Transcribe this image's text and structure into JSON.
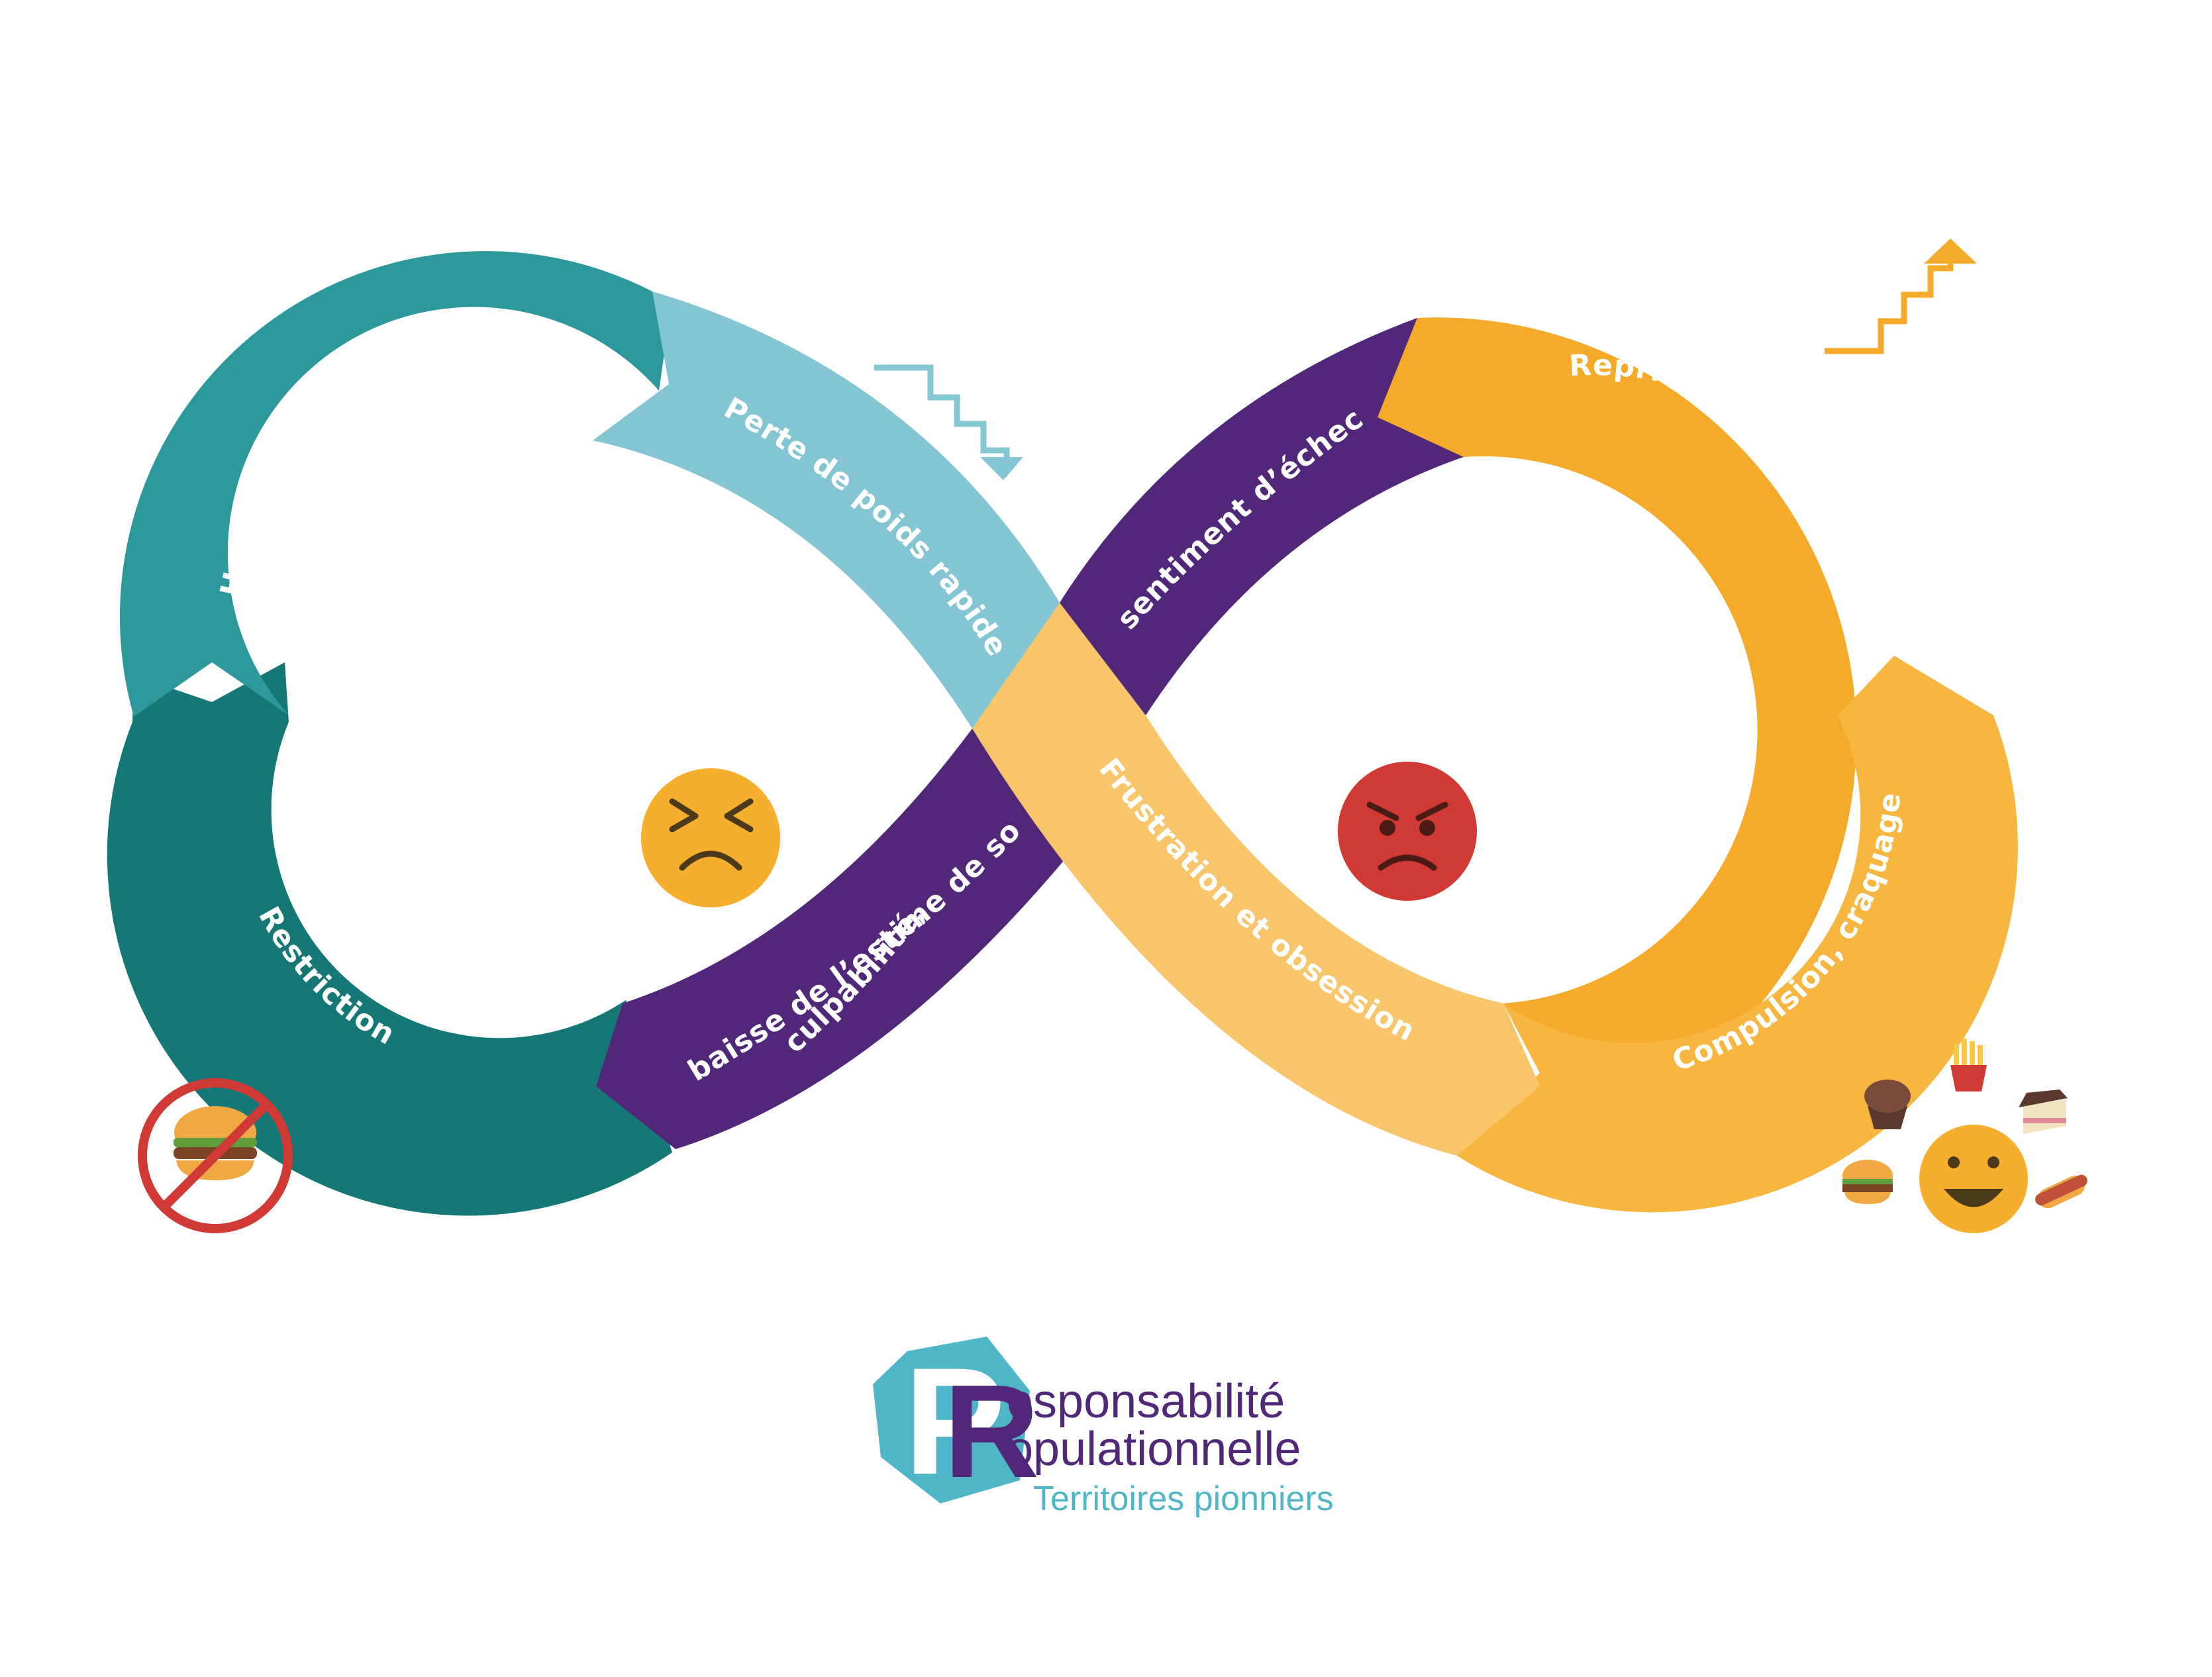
{
  "colors": {
    "teal_dark": "#167876",
    "teal": "#2d989b",
    "light_blue": "#83c5d3",
    "purple": "#51277a",
    "orange": "#f5ab29",
    "light_orange": "#f9c56b",
    "face_yellow": "#f6ae2d",
    "face_red": "#d13a34",
    "logo_cyan": "#4fb6c7"
  },
  "segments": [
    {
      "id": "hypercontrole",
      "label": "Hypercontrôle, privation"
    },
    {
      "id": "perte",
      "label": "Perte de poids rapide"
    },
    {
      "id": "sentiment",
      "label": "sentiment d’échec"
    },
    {
      "id": "reprise",
      "label": "Reprise de poids"
    },
    {
      "id": "compulsion",
      "label": "Compulsion, craquage"
    },
    {
      "id": "frustration",
      "label": "Frustration et obsession"
    },
    {
      "id": "culpabilite_line1",
      "label": "culpabilité,"
    },
    {
      "id": "culpabilite_line2",
      "label": "baisse de l’estime de soi,"
    },
    {
      "id": "restriction",
      "label": "Restriction"
    }
  ],
  "icons": {
    "weight_down": "zigzag-down-arrow-icon",
    "weight_up": "zigzag-up-arrow-icon",
    "sad_face": "sad-face-icon",
    "angry_face": "angry-face-icon",
    "happy_face": "happy-face-icon",
    "no_burger": "no-burger-icon",
    "junk_food": [
      "muffin-icon",
      "fries-icon",
      "cake-icon",
      "burger-icon",
      "hotdog-icon"
    ]
  },
  "logo": {
    "line1": "esponsabilité",
    "line2": "opulationnelle",
    "line3": "Territoires pionniers"
  }
}
